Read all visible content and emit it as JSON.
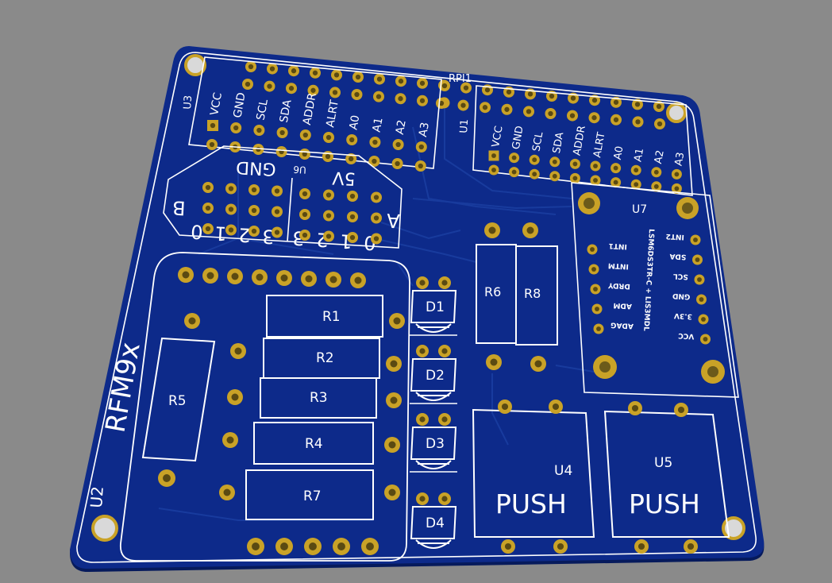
{
  "colors": {
    "background": "#8a8a8a",
    "board": "#0d2a8a",
    "board_edge": "#061a5c",
    "silkscreen": "#ffffff",
    "pad_gold": "#c9a227",
    "trace": "#1a3da0"
  },
  "board": {
    "connector_ref": "RPI1"
  },
  "u3": {
    "ref": "U3",
    "pins": [
      "VCC",
      "GND",
      "SCL",
      "SDA",
      "ADDR",
      "ALRT",
      "A0",
      "A1",
      "A2",
      "A3"
    ]
  },
  "u1": {
    "ref": "U1",
    "pins": [
      "VCC",
      "GND",
      "SCL",
      "SDA",
      "ADDR",
      "ALRT",
      "A0",
      "A1",
      "A2",
      "A3"
    ]
  },
  "u6": {
    "ref": "U6",
    "top_labels": [
      "GND",
      "5V"
    ],
    "side_left": "B",
    "side_right": "A",
    "left_numbers": [
      "0",
      "1",
      "2",
      "3"
    ],
    "right_numbers": [
      "3",
      "2",
      "1",
      "0"
    ]
  },
  "u7": {
    "ref": "U7",
    "title": "LSM6DS3TR-C + LIS3MDL",
    "left_pins": [
      "INT1",
      "INTM",
      "DRDY",
      "ADM",
      "ADAG"
    ],
    "right_pins": [
      "INT2",
      "SDA",
      "SCL",
      "GND",
      "3.3V",
      "VCC"
    ]
  },
  "u2": {
    "ref": "U2",
    "module": "RFM9x"
  },
  "resistors": [
    "R1",
    "R2",
    "R3",
    "R4",
    "R7",
    "R5",
    "R6",
    "R8"
  ],
  "diodes": [
    "D1",
    "D2",
    "D3",
    "D4"
  ],
  "buttons": [
    {
      "ref": "U4",
      "label": "PUSH"
    },
    {
      "ref": "U5",
      "label": "PUSH"
    }
  ]
}
